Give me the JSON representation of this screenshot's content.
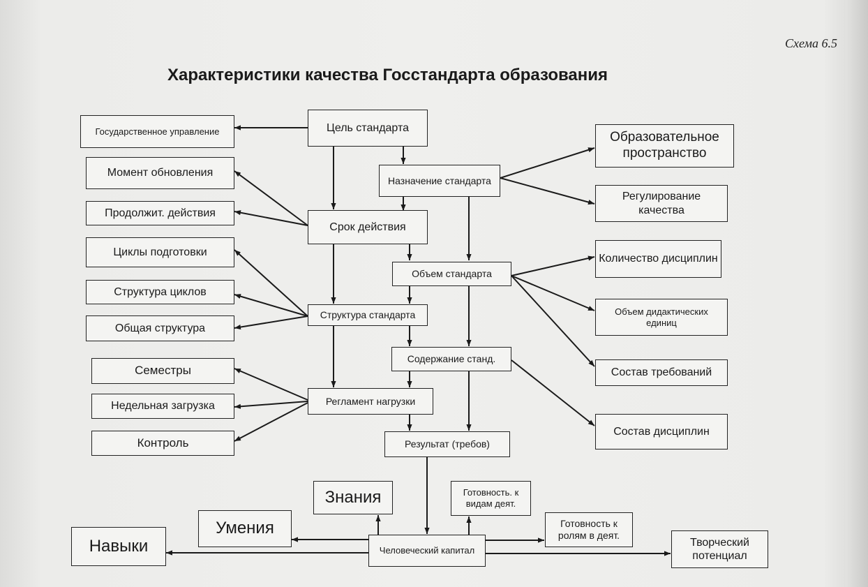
{
  "scheme_label": "Схема 6.5",
  "title": "Характеристики качества Госстандарта образования",
  "boxes": {
    "goal": "Цель стандарта",
    "purpose": "Назначение стандарта",
    "term": "Срок действия",
    "volume": "Объем стандарта",
    "structure": "Структура стандарта",
    "content": "Содержание станд.",
    "load": "Регламент нагрузки",
    "result": "Результат (требов)",
    "gov": "Государственное управление",
    "update": "Момент обновления",
    "duration": "Продолжит. действия",
    "cycles": "Циклы подготовки",
    "cycle_structure": "Структура циклов",
    "general_structure": "Общая структура",
    "semesters": "Семестры",
    "weekly": "Недельная загрузка",
    "control": "Контроль",
    "edu_space": "Образовательное пространство",
    "quality_reg": "Регулирование качества",
    "disc_count": "Количество дисциплин",
    "didactic": "Объем дидактических единиц",
    "requirements": "Состав требований",
    "disciplines": "Состав дисциплин",
    "knowledge": "Знания",
    "skills": "Умения",
    "habits": "Навыки",
    "readiness_activity": "Готовность. к видам деят.",
    "readiness_roles": "Готовность к ролям в деят.",
    "human_capital": "Человеческий капитал",
    "creative": "Творческий потенциал"
  }
}
